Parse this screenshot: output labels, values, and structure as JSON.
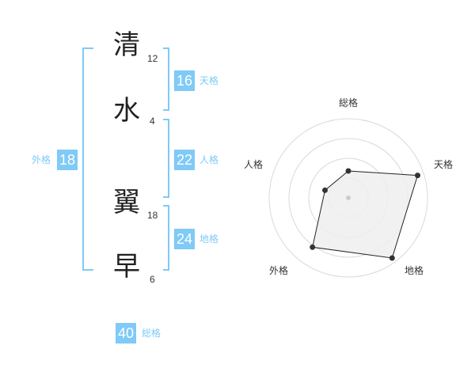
{
  "name_chars": [
    {
      "char": "清",
      "strokes": "12"
    },
    {
      "char": "水",
      "strokes": "4"
    },
    {
      "char": "翼",
      "strokes": "18"
    },
    {
      "char": "早",
      "strokes": "6"
    }
  ],
  "scores": {
    "tenkaku": {
      "value": "16",
      "label": "天格"
    },
    "jinkaku": {
      "value": "22",
      "label": "人格"
    },
    "chikaku": {
      "value": "24",
      "label": "地格"
    },
    "gaikaku": {
      "value": "18",
      "label": "外格"
    },
    "soukaku": {
      "value": "40",
      "label": "総格"
    }
  },
  "colors": {
    "accent": "#7fcaf7",
    "label_text": "#7fcaf7",
    "kanji_text": "#222222",
    "radar_fill": "#eeeeee",
    "radar_stroke": "#222222",
    "radar_ring": "#d9d9d9"
  },
  "chart_data": {
    "type": "radar",
    "axes": [
      "総格",
      "天格",
      "地格",
      "外格",
      "人格"
    ],
    "values": [
      0.34,
      0.92,
      0.94,
      0.77,
      0.31
    ],
    "rings": 4
  }
}
